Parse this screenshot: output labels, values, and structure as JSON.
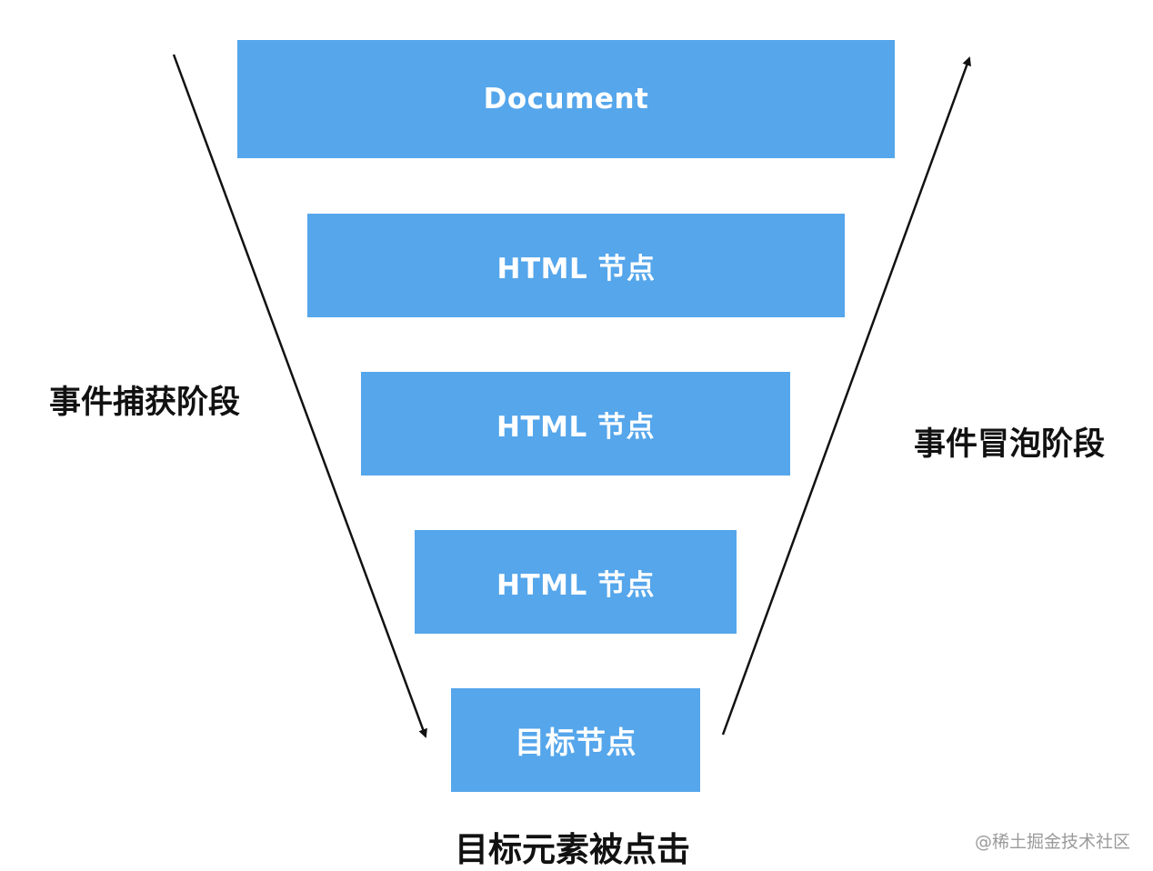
{
  "diagram": {
    "nodes": [
      {
        "label": "Document"
      },
      {
        "label": "HTML 节点"
      },
      {
        "label": "HTML 节点"
      },
      {
        "label": "HTML 节点"
      },
      {
        "label": "目标节点"
      }
    ],
    "capture_phase_label": "事件捕获阶段",
    "bubble_phase_label": "事件冒泡阶段",
    "target_clicked_label": "目标元素被点击",
    "box_color": "#55a6eb",
    "arrow_color": "#111111"
  },
  "watermark": "@稀土掘金技术社区"
}
